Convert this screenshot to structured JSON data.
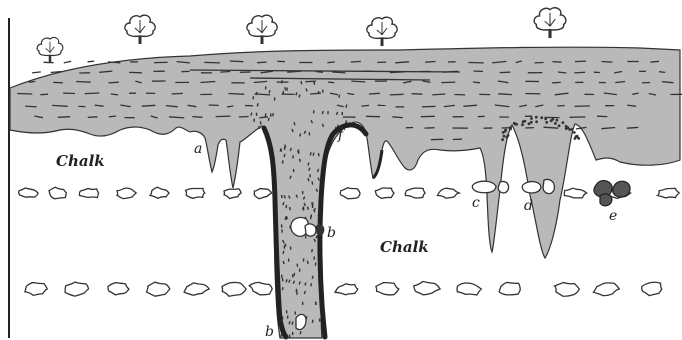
{
  "labels": {
    "chalk_left": "Chalk",
    "chalk_center": "Chalk",
    "a": "a",
    "b_middle": "b",
    "b_bottom": "b",
    "c": "c",
    "d": "d",
    "e": "e",
    "f": "f"
  },
  "colors": {
    "overlying_deposit": "#b9b9b9",
    "chalk": "#ffffff",
    "ink": "#2a2a2a",
    "flint": "#ffffff"
  },
  "trees": {
    "count": 5,
    "icon": "deciduous-tree-icon"
  }
}
